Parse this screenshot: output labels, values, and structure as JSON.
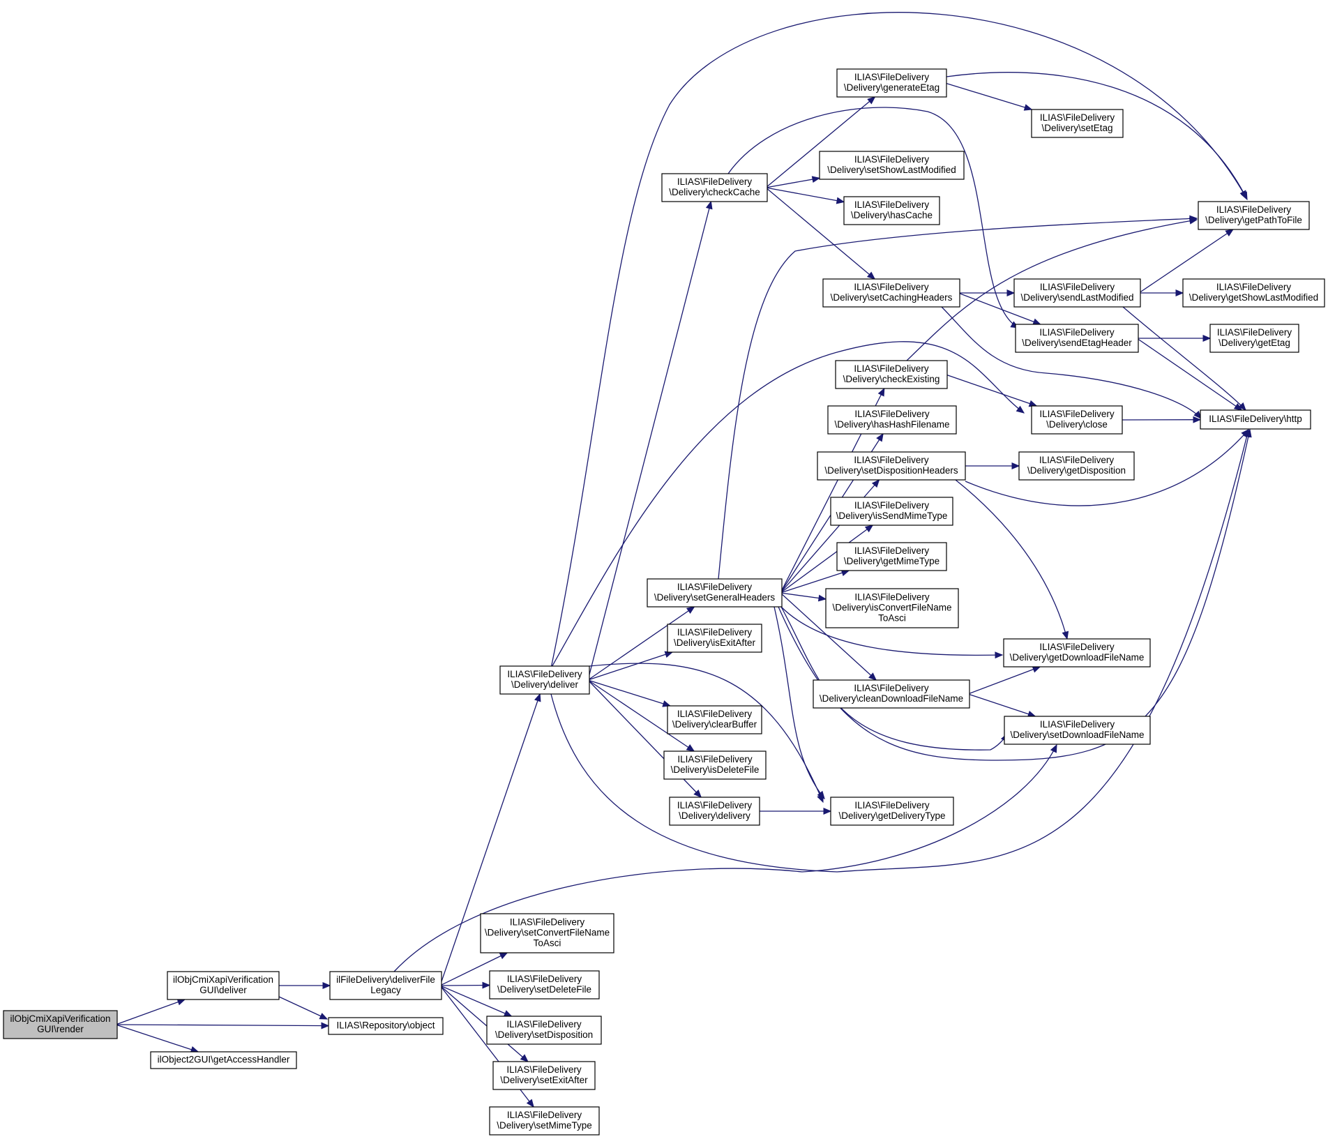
{
  "diagram": {
    "nodes": [
      {
        "id": "render",
        "lines": [
          "ilObjCmiXapiVerification",
          "GUI\\render"
        ],
        "root": true
      },
      {
        "id": "guiDeliver",
        "lines": [
          "ilObjCmiXapiVerification",
          "GUI\\deliver"
        ]
      },
      {
        "id": "getAccessHandler",
        "lines": [
          "ilObject2GUI\\getAccessHandler"
        ]
      },
      {
        "id": "deliverFileLegacy",
        "lines": [
          "ilFileDelivery\\deliverFile",
          "Legacy"
        ]
      },
      {
        "id": "repoObject",
        "lines": [
          "ILIAS\\Repository\\object"
        ]
      },
      {
        "id": "deliver",
        "lines": [
          "ILIAS\\FileDelivery",
          "\\Delivery\\deliver"
        ]
      },
      {
        "id": "setConvertFileNameToAsci",
        "lines": [
          "ILIAS\\FileDelivery",
          "\\Delivery\\setConvertFileName",
          "ToAsci"
        ]
      },
      {
        "id": "setDeleteFile",
        "lines": [
          "ILIAS\\FileDelivery",
          "\\Delivery\\setDeleteFile"
        ]
      },
      {
        "id": "setDisposition",
        "lines": [
          "ILIAS\\FileDelivery",
          "\\Delivery\\setDisposition"
        ]
      },
      {
        "id": "setExitAfter",
        "lines": [
          "ILIAS\\FileDelivery",
          "\\Delivery\\setExitAfter"
        ]
      },
      {
        "id": "setMimeType",
        "lines": [
          "ILIAS\\FileDelivery",
          "\\Delivery\\setMimeType"
        ]
      },
      {
        "id": "checkCache",
        "lines": [
          "ILIAS\\FileDelivery",
          "\\Delivery\\checkCache"
        ]
      },
      {
        "id": "setGeneralHeaders",
        "lines": [
          "ILIAS\\FileDelivery",
          "\\Delivery\\setGeneralHeaders"
        ]
      },
      {
        "id": "isExitAfter",
        "lines": [
          "ILIAS\\FileDelivery",
          "\\Delivery\\isExitAfter"
        ]
      },
      {
        "id": "clearBuffer",
        "lines": [
          "ILIAS\\FileDelivery",
          "\\Delivery\\clearBuffer"
        ]
      },
      {
        "id": "isDeleteFile",
        "lines": [
          "ILIAS\\FileDelivery",
          "\\Delivery\\isDeleteFile"
        ]
      },
      {
        "id": "delivery",
        "lines": [
          "ILIAS\\FileDelivery",
          "\\Delivery\\delivery"
        ]
      },
      {
        "id": "generateEtag",
        "lines": [
          "ILIAS\\FileDelivery",
          "\\Delivery\\generateEtag"
        ]
      },
      {
        "id": "setShowLastModified",
        "lines": [
          "ILIAS\\FileDelivery",
          "\\Delivery\\setShowLastModified"
        ]
      },
      {
        "id": "hasCache",
        "lines": [
          "ILIAS\\FileDelivery",
          "\\Delivery\\hasCache"
        ]
      },
      {
        "id": "setCachingHeaders",
        "lines": [
          "ILIAS\\FileDelivery",
          "\\Delivery\\setCachingHeaders"
        ]
      },
      {
        "id": "checkExisting",
        "lines": [
          "ILIAS\\FileDelivery",
          "\\Delivery\\checkExisting"
        ]
      },
      {
        "id": "hasHashFilename",
        "lines": [
          "ILIAS\\FileDelivery",
          "\\Delivery\\hasHashFilename"
        ]
      },
      {
        "id": "setDispositionHeaders",
        "lines": [
          "ILIAS\\FileDelivery",
          "\\Delivery\\setDispositionHeaders"
        ]
      },
      {
        "id": "isSendMimeType",
        "lines": [
          "ILIAS\\FileDelivery",
          "\\Delivery\\isSendMimeType"
        ]
      },
      {
        "id": "getMimeType",
        "lines": [
          "ILIAS\\FileDelivery",
          "\\Delivery\\getMimeType"
        ]
      },
      {
        "id": "isConvertFileNameToAsci",
        "lines": [
          "ILIAS\\FileDelivery",
          "\\Delivery\\isConvertFileName",
          "ToAsci"
        ]
      },
      {
        "id": "cleanDownloadFileName",
        "lines": [
          "ILIAS\\FileDelivery",
          "\\Delivery\\cleanDownloadFileName"
        ]
      },
      {
        "id": "getDeliveryType",
        "lines": [
          "ILIAS\\FileDelivery",
          "\\Delivery\\getDeliveryType"
        ]
      },
      {
        "id": "setEtag",
        "lines": [
          "ILIAS\\FileDelivery",
          "\\Delivery\\setEtag"
        ]
      },
      {
        "id": "sendLastModified",
        "lines": [
          "ILIAS\\FileDelivery",
          "\\Delivery\\sendLastModified"
        ]
      },
      {
        "id": "sendEtagHeader",
        "lines": [
          "ILIAS\\FileDelivery",
          "\\Delivery\\sendEtagHeader"
        ]
      },
      {
        "id": "close",
        "lines": [
          "ILIAS\\FileDelivery",
          "\\Delivery\\close"
        ]
      },
      {
        "id": "getDisposition",
        "lines": [
          "ILIAS\\FileDelivery",
          "\\Delivery\\getDisposition"
        ]
      },
      {
        "id": "getDownloadFileName",
        "lines": [
          "ILIAS\\FileDelivery",
          "\\Delivery\\getDownloadFileName"
        ]
      },
      {
        "id": "setDownloadFileName",
        "lines": [
          "ILIAS\\FileDelivery",
          "\\Delivery\\setDownloadFileName"
        ]
      },
      {
        "id": "getPathToFile",
        "lines": [
          "ILIAS\\FileDelivery",
          "\\Delivery\\getPathToFile"
        ]
      },
      {
        "id": "getShowLastModified",
        "lines": [
          "ILIAS\\FileDelivery",
          "\\Delivery\\getShowLastModified"
        ]
      },
      {
        "id": "getEtag",
        "lines": [
          "ILIAS\\FileDelivery",
          "\\Delivery\\getEtag"
        ]
      },
      {
        "id": "http",
        "lines": [
          "ILIAS\\FileDelivery\\http"
        ]
      }
    ],
    "edges": [
      [
        "render",
        "guiDeliver"
      ],
      [
        "render",
        "repoObject"
      ],
      [
        "render",
        "getAccessHandler"
      ],
      [
        "guiDeliver",
        "deliverFileLegacy"
      ],
      [
        "guiDeliver",
        "repoObject"
      ],
      [
        "deliverFileLegacy",
        "deliver"
      ],
      [
        "deliverFileLegacy",
        "setConvertFileNameToAsci"
      ],
      [
        "deliverFileLegacy",
        "setDeleteFile"
      ],
      [
        "deliverFileLegacy",
        "setDisposition"
      ],
      [
        "deliverFileLegacy",
        "setExitAfter"
      ],
      [
        "deliverFileLegacy",
        "setMimeType"
      ],
      [
        "deliverFileLegacy",
        "setDownloadFileName"
      ],
      [
        "deliver",
        "checkCache"
      ],
      [
        "deliver",
        "setGeneralHeaders"
      ],
      [
        "deliver",
        "isExitAfter"
      ],
      [
        "deliver",
        "clearBuffer"
      ],
      [
        "deliver",
        "isDeleteFile"
      ],
      [
        "deliver",
        "delivery"
      ],
      [
        "deliver",
        "getPathToFile"
      ],
      [
        "deliver",
        "close"
      ],
      [
        "deliver",
        "getDeliveryType"
      ],
      [
        "deliver",
        "http"
      ],
      [
        "checkCache",
        "generateEtag"
      ],
      [
        "checkCache",
        "setShowLastModified"
      ],
      [
        "checkCache",
        "hasCache"
      ],
      [
        "checkCache",
        "setCachingHeaders"
      ],
      [
        "checkCache",
        "sendEtagHeader"
      ],
      [
        "generateEtag",
        "setEtag"
      ],
      [
        "generateEtag",
        "getPathToFile"
      ],
      [
        "setCachingHeaders",
        "sendLastModified"
      ],
      [
        "setCachingHeaders",
        "sendEtagHeader"
      ],
      [
        "setCachingHeaders",
        "http"
      ],
      [
        "sendLastModified",
        "getShowLastModified"
      ],
      [
        "sendLastModified",
        "getPathToFile"
      ],
      [
        "sendLastModified",
        "http"
      ],
      [
        "sendEtagHeader",
        "getEtag"
      ],
      [
        "sendEtagHeader",
        "http"
      ],
      [
        "setGeneralHeaders",
        "getPathToFile"
      ],
      [
        "setGeneralHeaders",
        "checkExisting"
      ],
      [
        "setGeneralHeaders",
        "hasHashFilename"
      ],
      [
        "setGeneralHeaders",
        "setDispositionHeaders"
      ],
      [
        "setGeneralHeaders",
        "isSendMimeType"
      ],
      [
        "setGeneralHeaders",
        "getMimeType"
      ],
      [
        "setGeneralHeaders",
        "isConvertFileNameToAsci"
      ],
      [
        "setGeneralHeaders",
        "getDownloadFileName"
      ],
      [
        "setGeneralHeaders",
        "cleanDownloadFileName"
      ],
      [
        "setGeneralHeaders",
        "setDownloadFileName"
      ],
      [
        "setGeneralHeaders",
        "getDeliveryType"
      ],
      [
        "setGeneralHeaders",
        "http"
      ],
      [
        "checkExisting",
        "getPathToFile"
      ],
      [
        "checkExisting",
        "close"
      ],
      [
        "close",
        "http"
      ],
      [
        "setDispositionHeaders",
        "getDisposition"
      ],
      [
        "setDispositionHeaders",
        "getDownloadFileName"
      ],
      [
        "setDispositionHeaders",
        "http"
      ],
      [
        "cleanDownloadFileName",
        "getDownloadFileName"
      ],
      [
        "cleanDownloadFileName",
        "setDownloadFileName"
      ],
      [
        "delivery",
        "getDeliveryType"
      ]
    ]
  }
}
